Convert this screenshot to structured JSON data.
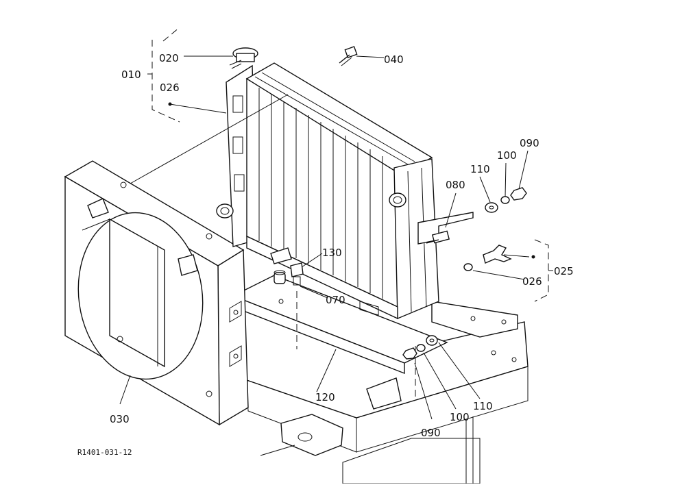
{
  "labels": {
    "p010": "010",
    "p020": "020",
    "p026a": "026",
    "p040": "040",
    "p080": "080",
    "p110a": "110",
    "p100a": "100",
    "p090a": "090",
    "p130": "130",
    "p070": "070",
    "p025": "025",
    "p026b": "026",
    "p120": "120",
    "p030": "030",
    "p090b": "090",
    "p100b": "100",
    "p110b": "110"
  },
  "reference": "R1401-031-12"
}
